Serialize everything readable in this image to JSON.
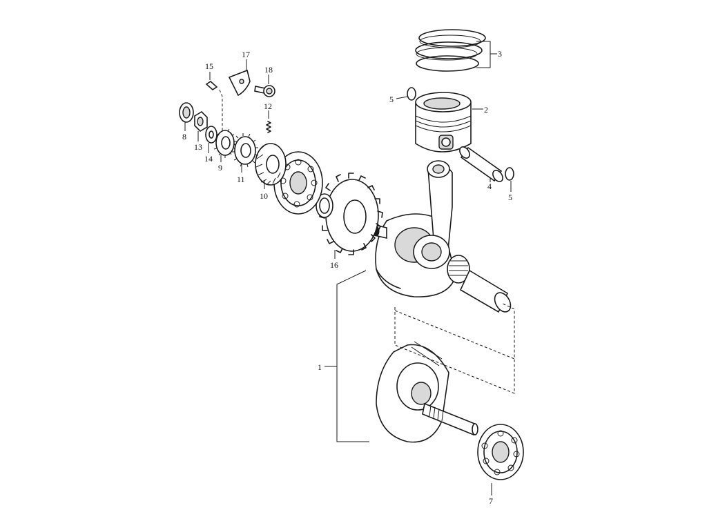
{
  "callouts": {
    "c1": "1",
    "c2": "2",
    "c3": "3",
    "c4": "4",
    "c5a": "5",
    "c5b": "5",
    "c7": "7",
    "c8": "8",
    "c9": "9",
    "c10": "10",
    "c11": "11",
    "c12": "12",
    "c13": "13",
    "c14": "14",
    "c15": "15",
    "c16": "16",
    "c17": "17",
    "c18": "18"
  },
  "parts": [
    {
      "id": "1",
      "icon": "crankshaft-assembly-icon"
    },
    {
      "id": "2",
      "icon": "piston-icon"
    },
    {
      "id": "3",
      "icon": "piston-ring-set-icon"
    },
    {
      "id": "4",
      "icon": "piston-pin-icon"
    },
    {
      "id": "5",
      "icon": "circlip-icon"
    },
    {
      "id": "7",
      "icon": "ball-bearing-icon"
    },
    {
      "id": "8",
      "icon": "oil-seal-icon"
    },
    {
      "id": "9",
      "icon": "small-gear-icon"
    },
    {
      "id": "10",
      "icon": "helical-gear-icon"
    },
    {
      "id": "11",
      "icon": "gear-icon"
    },
    {
      "id": "12",
      "icon": "spring-icon"
    },
    {
      "id": "13",
      "icon": "nut-icon"
    },
    {
      "id": "14",
      "icon": "washer-icon"
    },
    {
      "id": "15",
      "icon": "key-pin-icon"
    },
    {
      "id": "16",
      "icon": "large-sprocket-icon"
    },
    {
      "id": "17",
      "icon": "plate-icon"
    },
    {
      "id": "18",
      "icon": "bolt-icon"
    }
  ]
}
